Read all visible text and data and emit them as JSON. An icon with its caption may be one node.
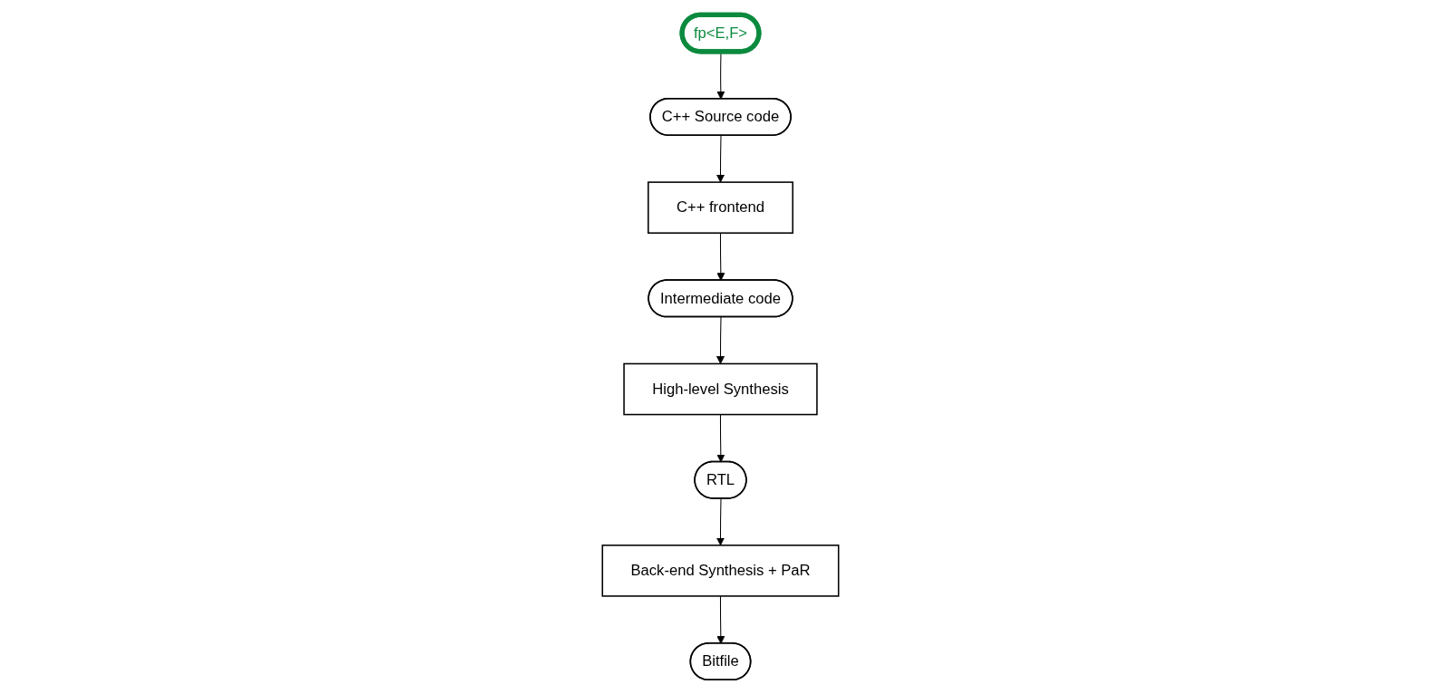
{
  "diagram": {
    "nodes": [
      {
        "text": [
          "C++ Source code"
        ]
      },
      {
        "text": [
          "fp<E,F>"
        ]
      },
      {
        "text": [
          "C++ frontend"
        ]
      },
      {
        "text": [
          "Intermediate code"
        ]
      },
      {
        "text": [
          "High-level Synthesis"
        ]
      },
      {
        "text": [
          "RTL"
        ]
      },
      {
        "text": [
          "Back-end Synthesis + PaR"
        ]
      },
      {
        "text": [
          "Bitfile"
        ]
      }
    ],
    "edges": [
      {
        "from": 1,
        "to": 0,
        "arrow": "to"
      },
      {
        "from": 0,
        "to": 2,
        "arrow": "to"
      },
      {
        "from": 2,
        "to": 3,
        "arrow": "to"
      },
      {
        "from": 3,
        "to": 4,
        "arrow": "to"
      },
      {
        "from": 4,
        "to": 5,
        "arrow": "to"
      },
      {
        "from": 5,
        "to": 6,
        "arrow": "to"
      },
      {
        "from": 6,
        "to": 7,
        "arrow": "to"
      }
    ]
  }
}
